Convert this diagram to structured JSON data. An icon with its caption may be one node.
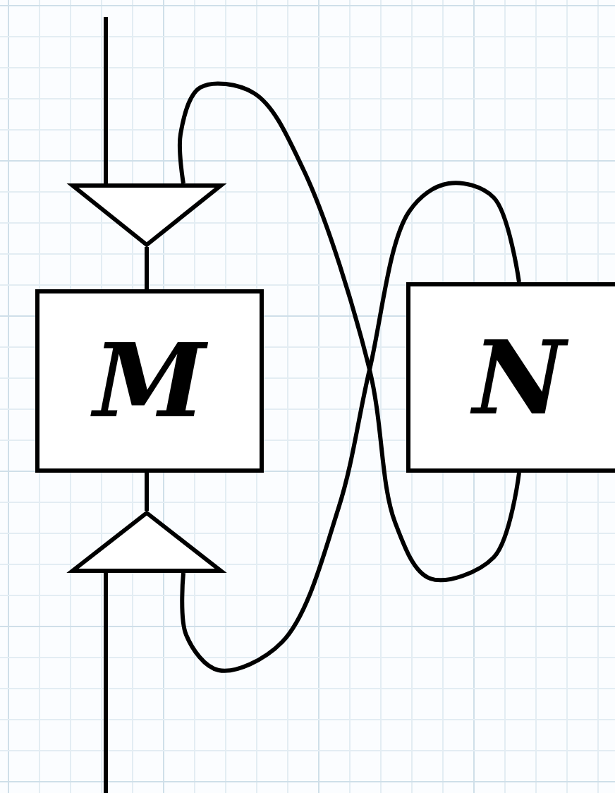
{
  "diagram": {
    "nodes": [
      {
        "text": [],
        "shape": "triangle"
      },
      {
        "text": [
          "M"
        ]
      },
      {
        "text": [],
        "shape": "triangle"
      },
      {
        "text": [
          "N"
        ]
      }
    ],
    "edges": [
      {
        "from": null,
        "to": 0,
        "arrow": "none"
      },
      {
        "from": 0,
        "to": 1,
        "arrow": "none"
      },
      {
        "from": 1,
        "to": 2,
        "arrow": "none"
      },
      {
        "from": 2,
        "to": null,
        "arrow": "none"
      },
      {
        "from": 0,
        "to": 3,
        "arrow": "none"
      },
      {
        "from": 2,
        "to": 3,
        "arrow": "none"
      }
    ]
  }
}
